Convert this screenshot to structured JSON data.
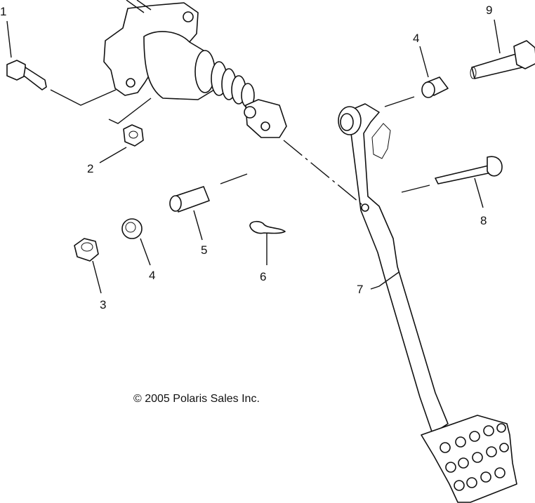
{
  "callouts": {
    "c1": "1",
    "c2": "2",
    "c3": "3",
    "c4a": "4",
    "c4b": "4",
    "c5": "5",
    "c6": "6",
    "c7": "7",
    "c8": "8",
    "c9": "9"
  },
  "copyright": "© 2005 Polaris Sales Inc."
}
